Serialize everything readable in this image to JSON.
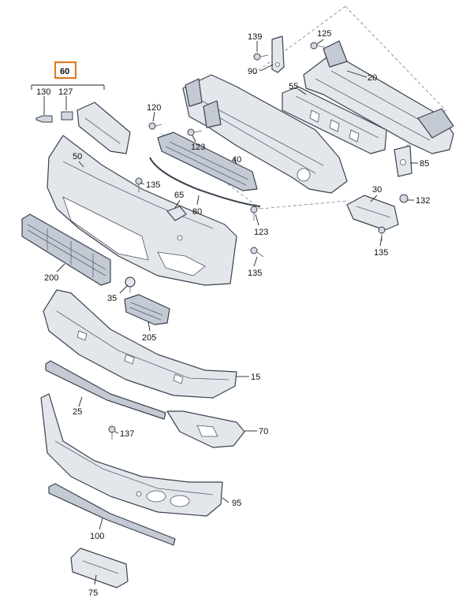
{
  "diagram": {
    "highlighted_part": "60",
    "callouts": [
      {
        "id": "p139",
        "text": "139"
      },
      {
        "id": "p125",
        "text": "125"
      },
      {
        "id": "p90",
        "text": "90"
      },
      {
        "id": "p60",
        "text": "60"
      },
      {
        "id": "p130",
        "text": "130"
      },
      {
        "id": "p127",
        "text": "127"
      },
      {
        "id": "p55",
        "text": "55"
      },
      {
        "id": "p20",
        "text": "20"
      },
      {
        "id": "p120",
        "text": "120"
      },
      {
        "id": "p123a",
        "text": "123"
      },
      {
        "id": "p85",
        "text": "85"
      },
      {
        "id": "p40",
        "text": "40"
      },
      {
        "id": "p50",
        "text": "50"
      },
      {
        "id": "p135a",
        "text": "135"
      },
      {
        "id": "p65",
        "text": "65"
      },
      {
        "id": "p30",
        "text": "30"
      },
      {
        "id": "p132",
        "text": "132"
      },
      {
        "id": "p80",
        "text": "80"
      },
      {
        "id": "p123b",
        "text": "123"
      },
      {
        "id": "p135b",
        "text": "135"
      },
      {
        "id": "p200",
        "text": "200"
      },
      {
        "id": "p135c",
        "text": "135"
      },
      {
        "id": "p35",
        "text": "35"
      },
      {
        "id": "p205",
        "text": "205"
      },
      {
        "id": "p15",
        "text": "15"
      },
      {
        "id": "p25",
        "text": "25"
      },
      {
        "id": "p137",
        "text": "137"
      },
      {
        "id": "p70",
        "text": "70"
      },
      {
        "id": "p95",
        "text": "95"
      },
      {
        "id": "p100",
        "text": "100"
      },
      {
        "id": "p75",
        "text": "75"
      }
    ]
  },
  "colors": {
    "highlight": "#e07b24",
    "part_fill": "#e3e7ec",
    "outline": "#3b4250"
  }
}
